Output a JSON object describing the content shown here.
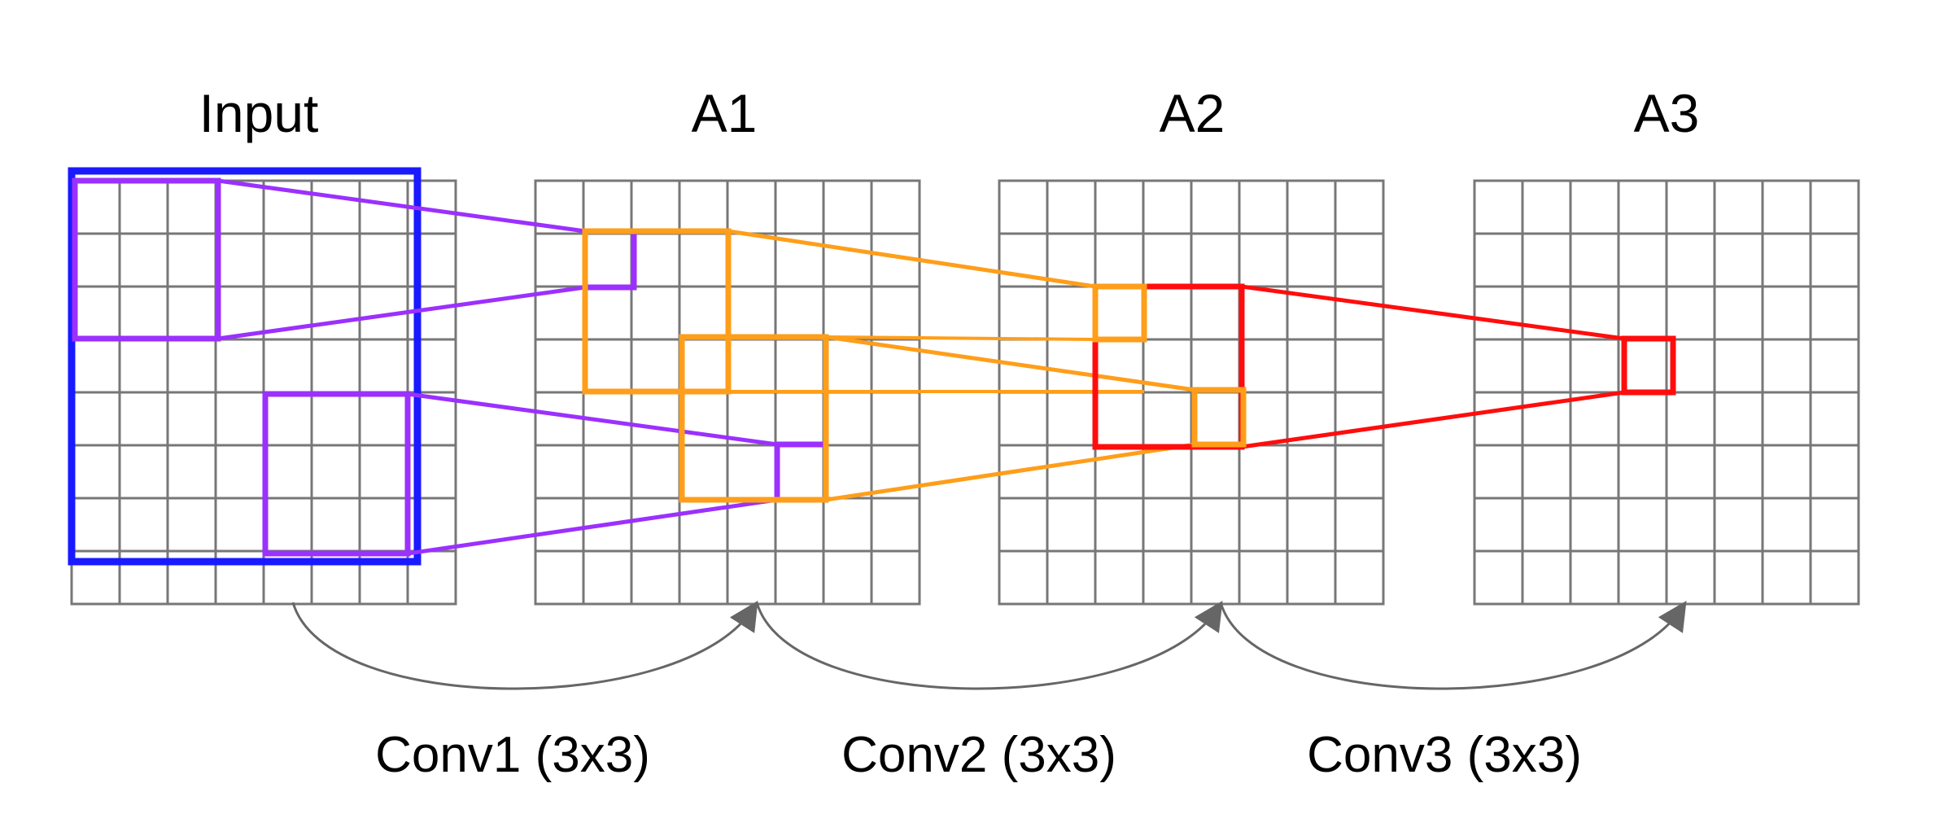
{
  "grids": [
    {
      "id": "input",
      "label": "Input"
    },
    {
      "id": "a1",
      "label": "A1"
    },
    {
      "id": "a2",
      "label": "A2"
    },
    {
      "id": "a3",
      "label": "A3"
    }
  ],
  "grid_size": 8,
  "convs": [
    {
      "label": "Conv1 (3x3)"
    },
    {
      "label": "Conv2 (3x3)"
    },
    {
      "label": "Conv3 (3x3)"
    }
  ],
  "colors": {
    "grid_line": "#777777",
    "input_field": "#1a1aff",
    "conv1_field": "#9b30ff",
    "conv2_field": "#ff9e1a",
    "conv3_field": "#ff0d0d",
    "arrow": "#666666"
  }
}
